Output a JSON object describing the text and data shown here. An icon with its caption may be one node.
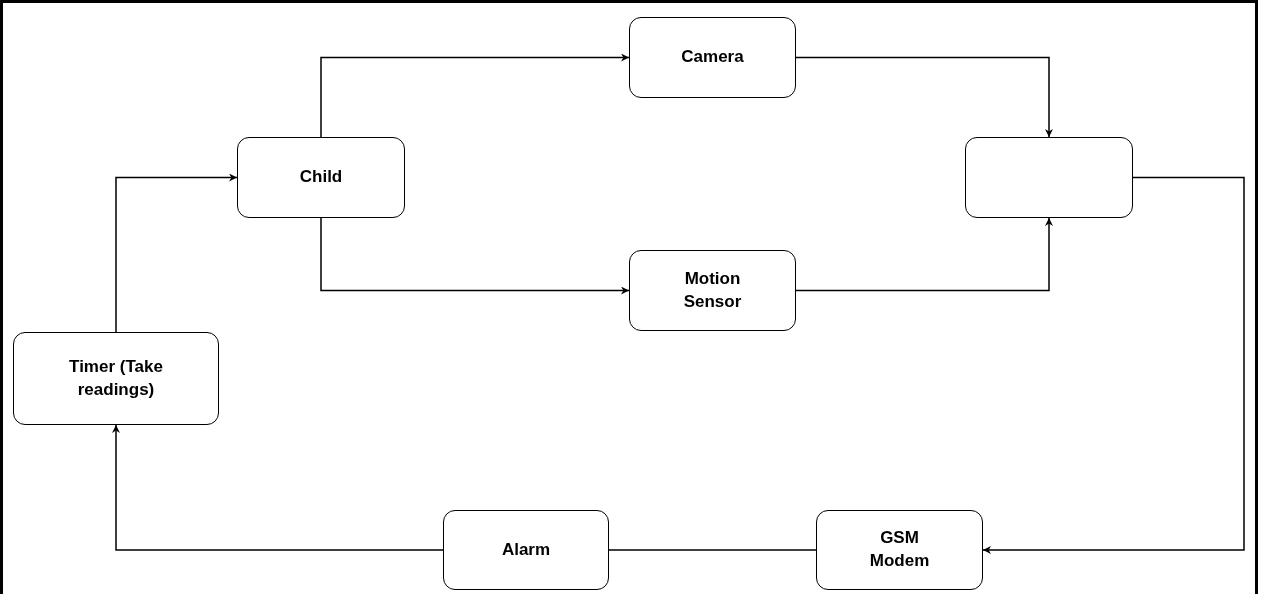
{
  "diagram": {
    "nodes": [
      {
        "text": [
          "Child"
        ]
      },
      {
        "text": [
          "Camera"
        ]
      },
      {
        "text": [
          "Motion Sensor"
        ]
      },
      {
        "text": [],
        "shape": "box"
      },
      {
        "text": [
          "Timer (Take readings)"
        ]
      },
      {
        "text": [
          "Alarm"
        ]
      },
      {
        "text": [
          "GSM Modem"
        ]
      }
    ],
    "edges": [
      {
        "from": 0,
        "to": 1,
        "arrow": "to"
      },
      {
        "from": 0,
        "to": 2,
        "arrow": "to"
      },
      {
        "from": 1,
        "to": 3,
        "arrow": "to"
      },
      {
        "from": 2,
        "to": 3,
        "arrow": "to"
      },
      {
        "from": 3,
        "to": 6,
        "arrow": "to"
      },
      {
        "from": 6,
        "to": 5,
        "arrow": "none"
      },
      {
        "from": 5,
        "to": 4,
        "arrow": "to"
      },
      {
        "from": 4,
        "to": 0,
        "arrow": "to"
      }
    ]
  }
}
